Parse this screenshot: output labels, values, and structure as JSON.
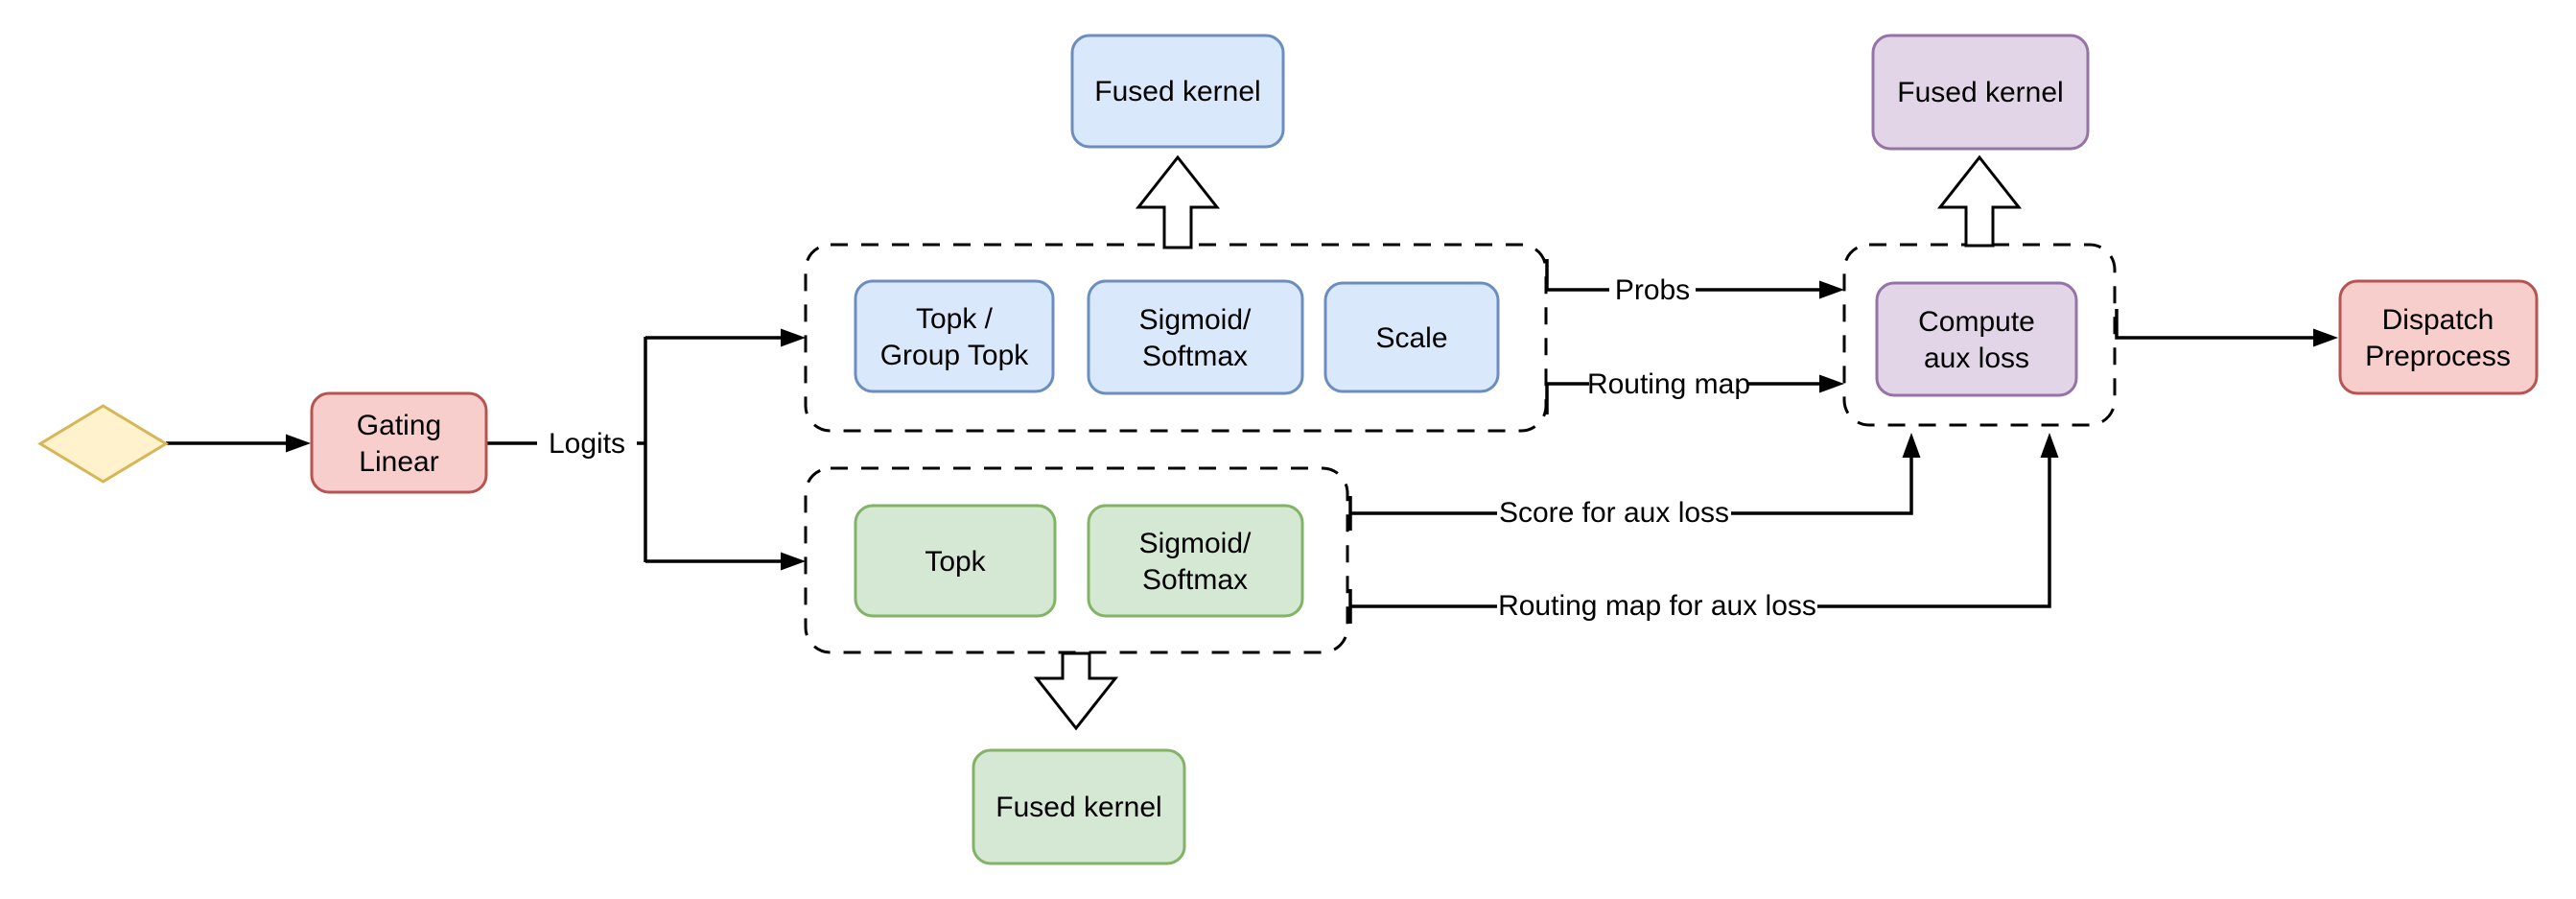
{
  "palette": {
    "yellow": {
      "fill": "#FFF2CC",
      "stroke": "#D6B656"
    },
    "red": {
      "fill": "#F8CECC",
      "stroke": "#B85450"
    },
    "blue": {
      "fill": "#DAE8FC",
      "stroke": "#6C8EBF"
    },
    "green": {
      "fill": "#D5E8D4",
      "stroke": "#82B366"
    },
    "purple": {
      "fill": "#E1D5E7",
      "stroke": "#9673A6"
    },
    "edge": "#000000",
    "background": "#FFFFFF"
  },
  "nodes": {
    "start": {
      "shape": "diamond",
      "label": ""
    },
    "gating_linear": {
      "line1": "Gating",
      "line2": "Linear"
    },
    "fused_kernel_top": {
      "label": "Fused kernel"
    },
    "topk_group_topk": {
      "line1": "Topk /",
      "line2": "Group Topk"
    },
    "sigmoid_softmax_top": {
      "line1": "Sigmoid/",
      "line2": "Softmax"
    },
    "scale": {
      "label": "Scale"
    },
    "topk": {
      "label": "Topk"
    },
    "sigmoid_softmax_bottom": {
      "line1": "Sigmoid/",
      "line2": "Softmax"
    },
    "fused_kernel_bottom": {
      "label": "Fused kernel"
    },
    "compute_aux_loss": {
      "line1": "Compute",
      "line2": "aux loss"
    },
    "fused_kernel_aux": {
      "label": "Fused kernel"
    },
    "dispatch_preprocess": {
      "line1": "Dispatch",
      "line2": "Preprocess"
    }
  },
  "edge_labels": {
    "logits": "Logits",
    "probs": "Probs",
    "routing_map": "Routing map",
    "score_for_aux_loss": "Score for aux loss",
    "routing_map_for_aux_loss": "Routing map for aux loss"
  }
}
